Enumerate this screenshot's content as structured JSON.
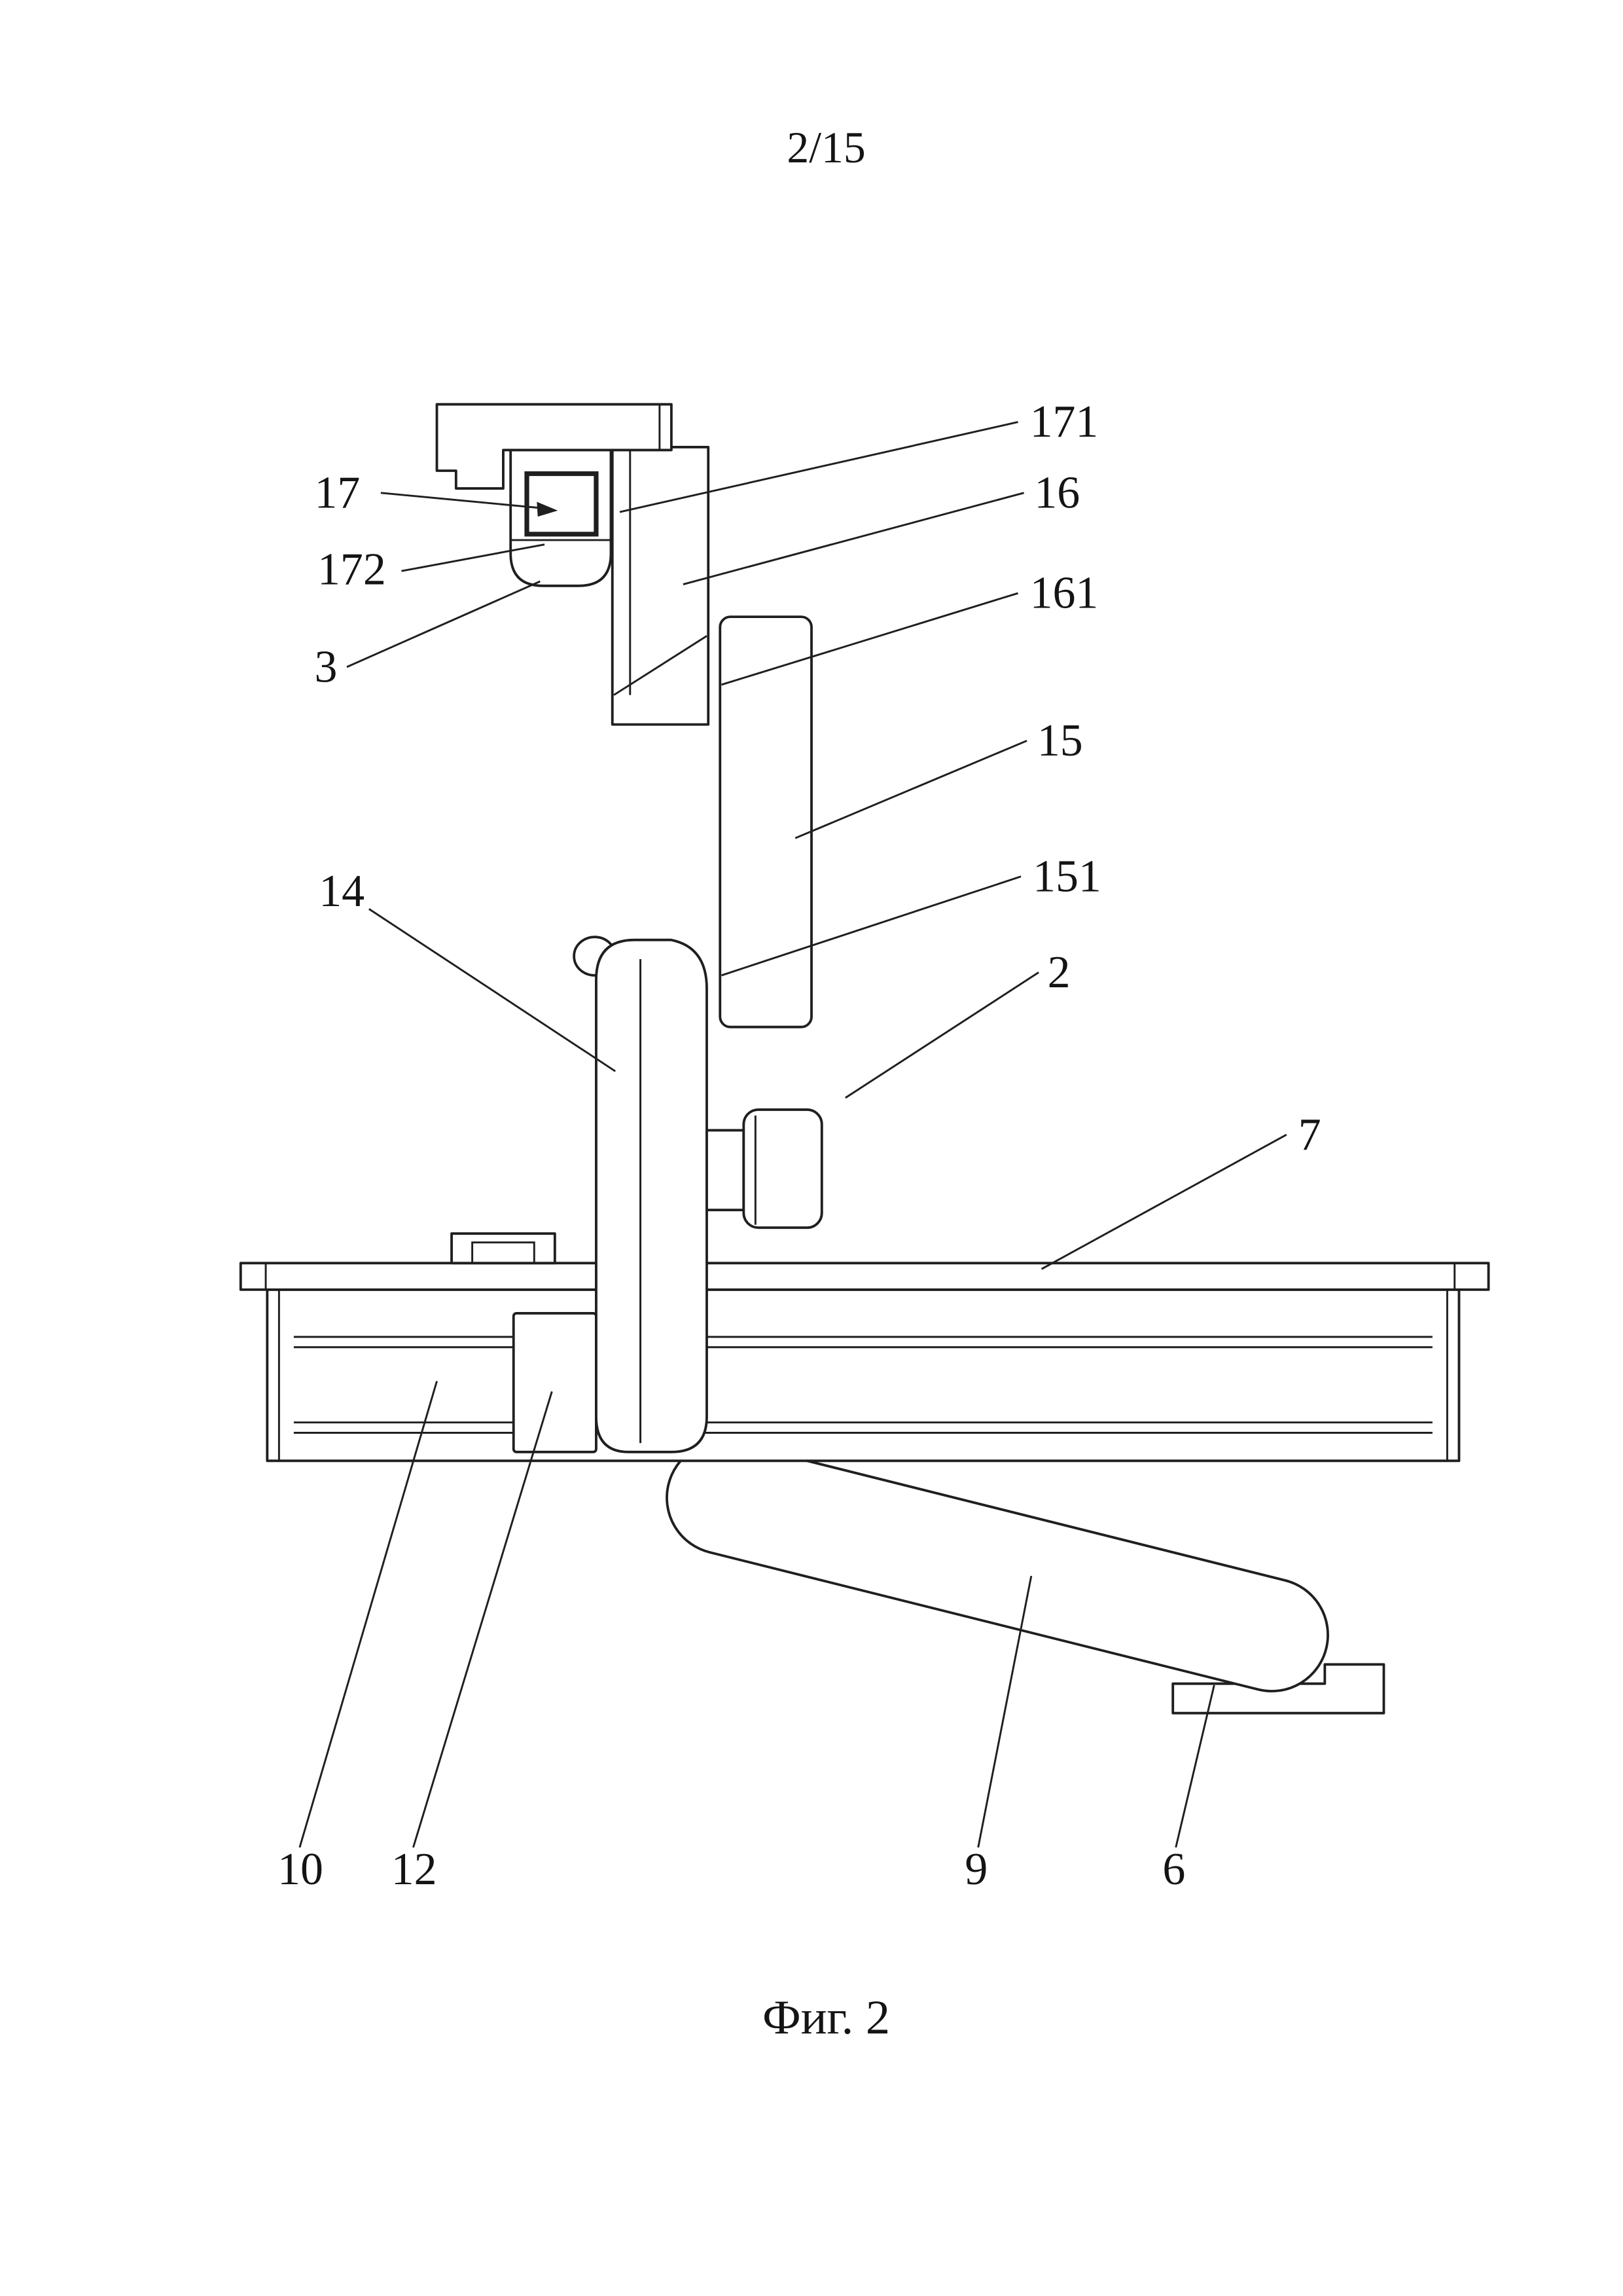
{
  "page": {
    "number": "2/15",
    "caption": "Фиг. 2"
  },
  "figure": {
    "labels": [
      {
        "ref": "171"
      },
      {
        "ref": "16"
      },
      {
        "ref": "161"
      },
      {
        "ref": "15"
      },
      {
        "ref": "151"
      },
      {
        "ref": "2"
      },
      {
        "ref": "7"
      },
      {
        "ref": "17"
      },
      {
        "ref": "172"
      },
      {
        "ref": "3"
      },
      {
        "ref": "14"
      },
      {
        "ref": "10"
      },
      {
        "ref": "12"
      },
      {
        "ref": "9"
      },
      {
        "ref": "6"
      }
    ]
  }
}
